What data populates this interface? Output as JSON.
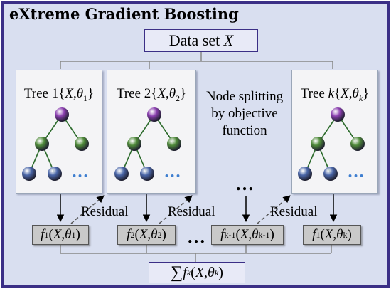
{
  "title": "eXtreme Gradient Boosting",
  "dataset": {
    "label": "Data set ",
    "var": "X"
  },
  "trees": [
    {
      "name": "Tree 1",
      "sub": "1"
    },
    {
      "name": "Tree 2",
      "sub": "2"
    },
    {
      "name": "Tree ",
      "name_var": "k",
      "sub": "k"
    }
  ],
  "node_splitting": "Node splitting by objective function",
  "node_splitting_lines": [
    "Node splitting",
    "by objective",
    "function"
  ],
  "residual_label": "Residual",
  "ellipsis": "…",
  "dots": "•••",
  "functions": [
    {
      "f": "f",
      "fsub": "1",
      "tsub": "1"
    },
    {
      "f": "f",
      "fsub": "2",
      "tsub": "2"
    },
    {
      "f": "f",
      "fsub": "k-1",
      "tsub": "k-1"
    },
    {
      "f": "f",
      "fsub": "1",
      "tsub": "k"
    }
  ],
  "sum": {
    "symbol": "∑",
    "f": "f",
    "sub": "k"
  },
  "colors": {
    "frame": "#3b2f86",
    "background": "#d9dff0",
    "node_top": "#8b3fb0",
    "node_mid": "#4f8a3a",
    "node_leaf": "#4a66a8",
    "dots": "#3f7fd0"
  }
}
